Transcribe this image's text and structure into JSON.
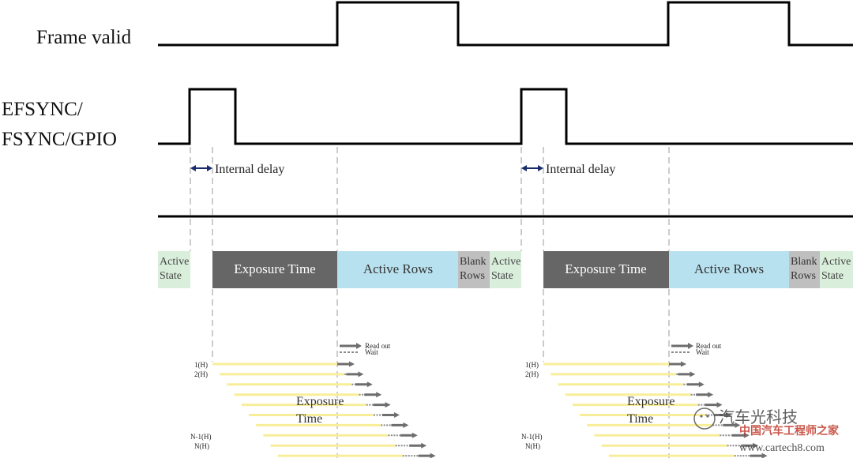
{
  "signals": {
    "frame_valid": "Frame valid",
    "efsync_line1": "EFSYNC/",
    "efsync_line2": "FSYNC/GPIO"
  },
  "annotations": {
    "internal_delay": "Internal delay",
    "read_out": "Read out",
    "wait": "Wait",
    "exposure_line1": "Exposure",
    "exposure_line2": "Time"
  },
  "states": {
    "active_line1": "Active",
    "active_line2": "State",
    "exposure_time": "Exposure Time",
    "active_rows": "Active Rows",
    "blank_line1": "Blank",
    "blank_line2": "Rows"
  },
  "rows": {
    "first": "1(H)",
    "second": "2(H)",
    "second_last": "N-1(H)",
    "last": "N(H)"
  },
  "watermark": {
    "brand": "汽车光科技",
    "site_cn": "中国汽车工程师之家",
    "site_url": "www.cartech8.com"
  },
  "colors": {
    "active_state": "#d9eedb",
    "exposure_time": "#666666",
    "active_rows": "#b8e1ef",
    "blank_rows": "#bfbfbf",
    "exposure_line": "#f8ee9a",
    "readout_arrow": "#6e6e6e"
  }
}
